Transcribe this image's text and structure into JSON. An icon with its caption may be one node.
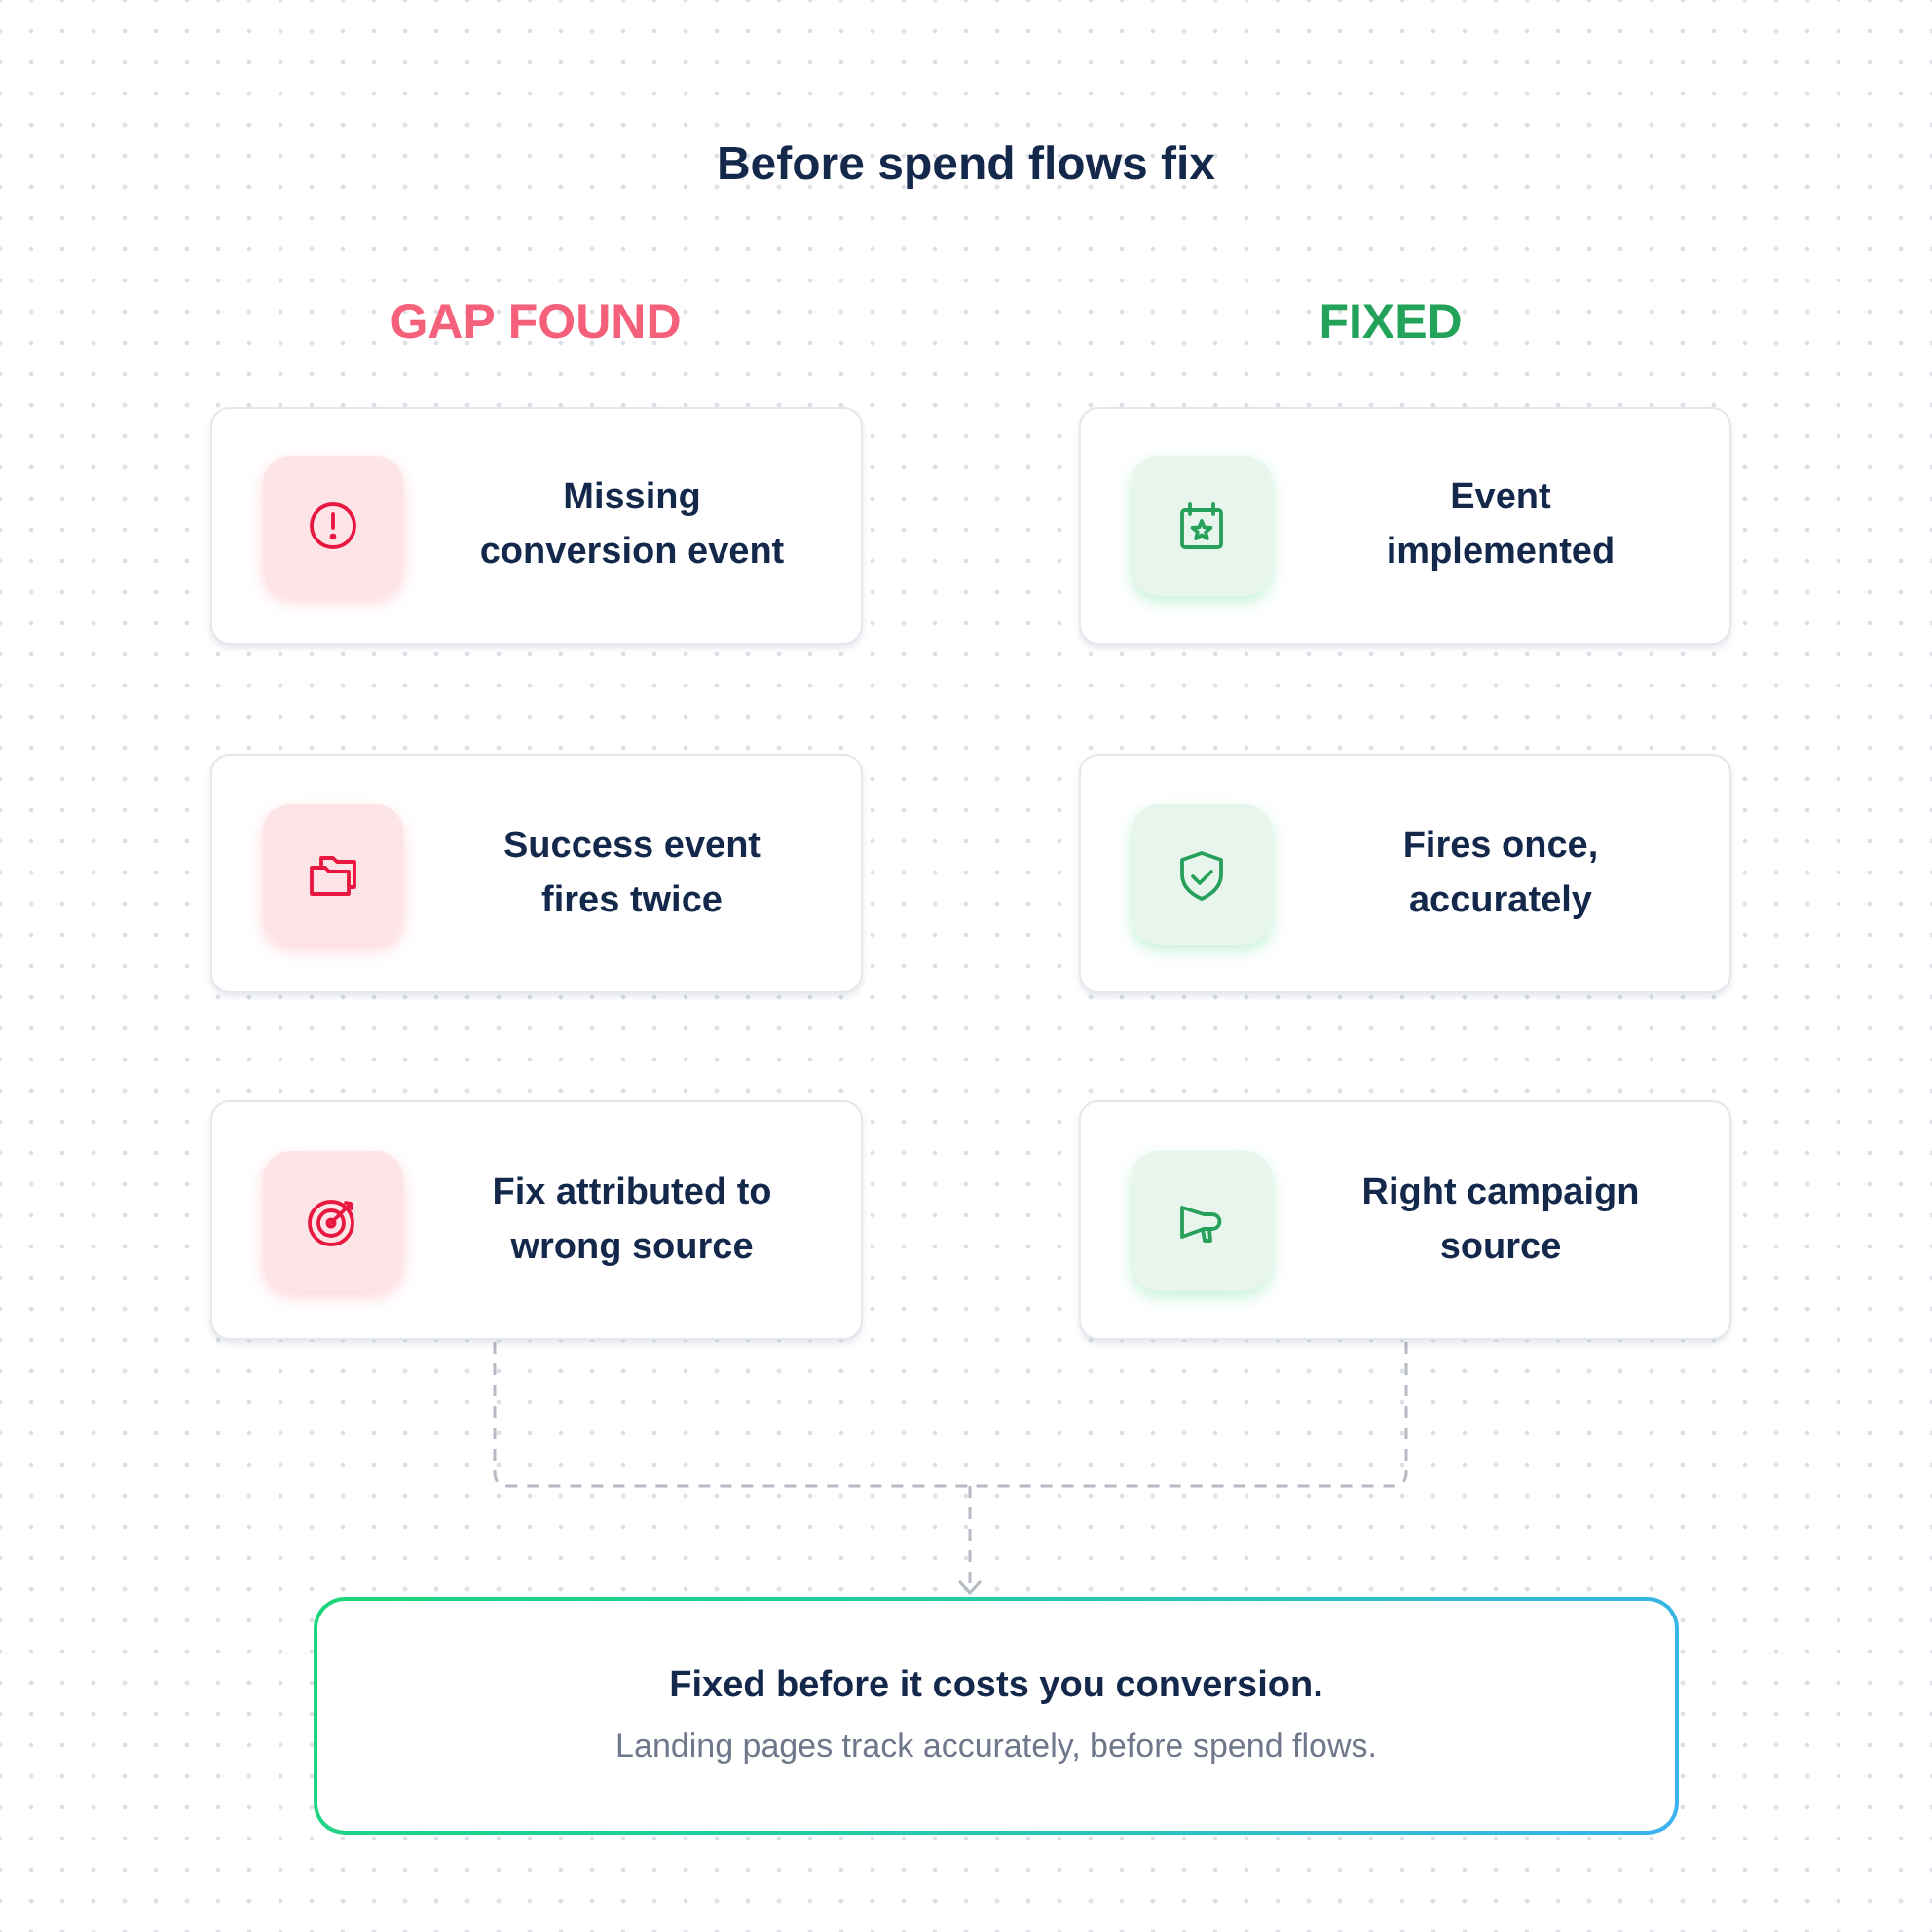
{
  "diagram": {
    "title": "Before spend flows fix",
    "nodes": [
      {
        "text": [
          "Missing conversion event"
        ]
      },
      {
        "text": [
          "Event implemented"
        ]
      },
      {
        "text": [
          "Success event fires twice"
        ]
      },
      {
        "text": [
          "Fires once, accurately"
        ]
      },
      {
        "text": [
          "Fix attributed to wrong source"
        ]
      },
      {
        "text": [
          "Right campaign source"
        ]
      },
      {
        "text": [
          "Fixed before it costs you conversion.",
          "Landing pages track accurately, before spend flows."
        ]
      }
    ],
    "edges": [
      {
        "from": 4,
        "to": 6,
        "arrow": "to",
        "style": "dashed"
      },
      {
        "from": 5,
        "to": 6,
        "arrow": "to",
        "style": "dashed"
      }
    ],
    "labels": [
      "GAP FOUND",
      "FIXED"
    ]
  }
}
